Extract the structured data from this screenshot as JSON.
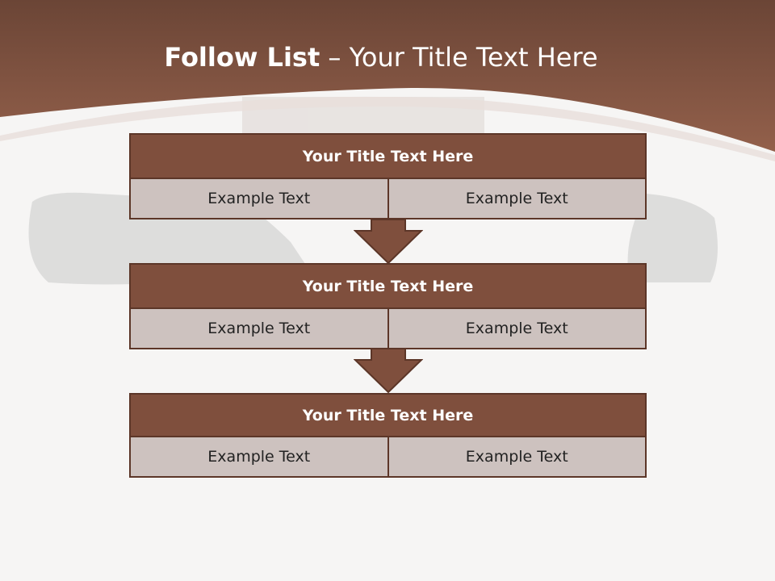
{
  "slide": {
    "title_bold": "Follow List",
    "title_rest": " – Your Title Text Here"
  },
  "steps": [
    {
      "title": "Your Title Text Here",
      "left": "Example Text",
      "right": "Example Text"
    },
    {
      "title": "Your Title Text Here",
      "left": "Example Text",
      "right": "Example Text"
    },
    {
      "title": "Your Title Text Here",
      "left": "Example Text",
      "right": "Example Text"
    }
  ],
  "colors": {
    "header_brown": "#7f4f3d",
    "cell_fill": "#cdc2bf",
    "border": "#5c3628",
    "background": "#f6f5f4"
  }
}
